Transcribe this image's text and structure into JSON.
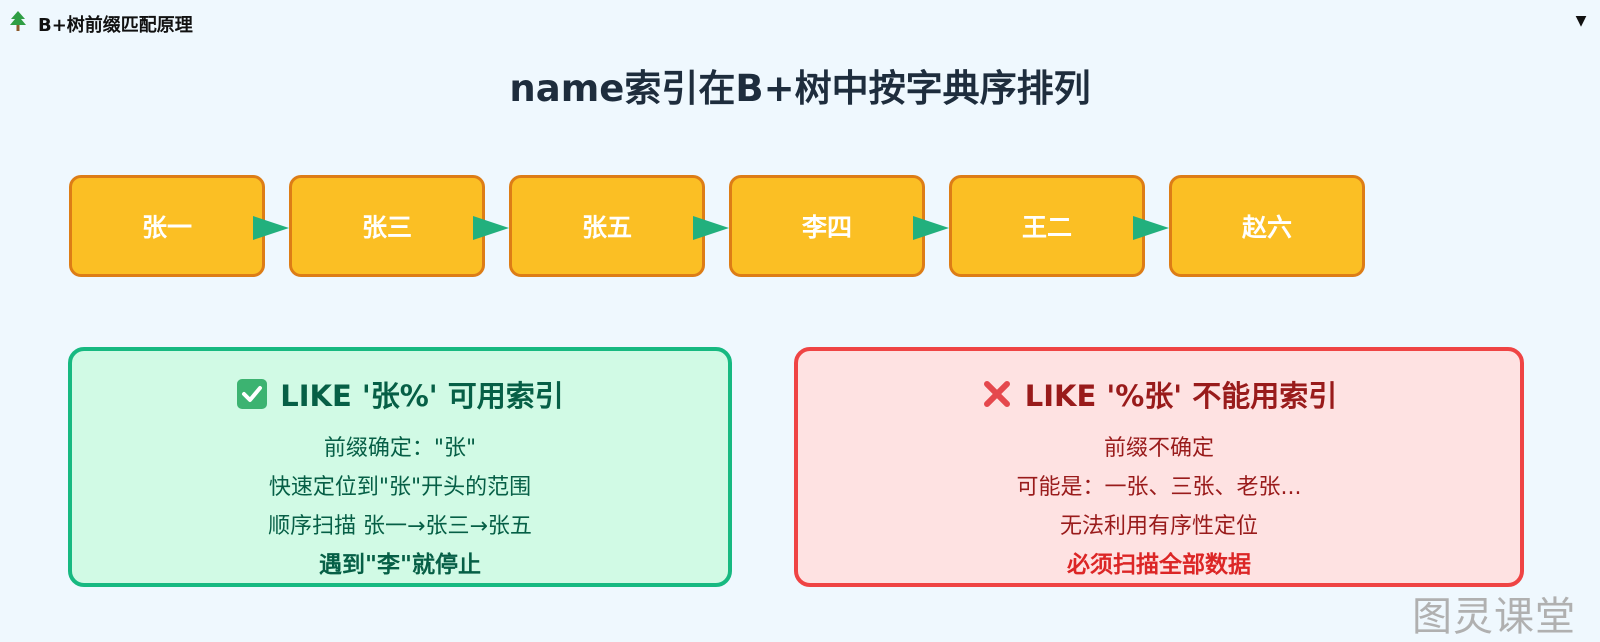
{
  "header": {
    "title": "B+树前缀匹配原理",
    "tree_icon": "tree-icon",
    "toggle_glyph": "▼"
  },
  "diagram": {
    "title": "name索引在B+树中按字典序排列",
    "nodes": [
      "张一",
      "张三",
      "张五",
      "李四",
      "王二",
      "赵六"
    ],
    "colors": {
      "node_fill": "#fbbf24",
      "node_border": "#dd7d16",
      "arrow": "#22b07d"
    }
  },
  "panels": {
    "good": {
      "icon": "check-icon",
      "heading": "LIKE '张%' 可用索引",
      "lines": [
        "前缀确定：\"张\"",
        "快速定位到\"张\"开头的范围",
        "顺序扫描 张一→张三→张五"
      ],
      "conclusion": "遇到\"李\"就停止",
      "colors": {
        "fill": "#d1fae5",
        "border": "#17b981",
        "text": "#065f46"
      }
    },
    "bad": {
      "icon": "cross-icon",
      "heading": "LIKE '%张' 不能用索引",
      "lines": [
        "前缀不确定",
        "可能是：一张、三张、老张...",
        "无法利用有序性定位"
      ],
      "conclusion": "必须扫描全部数据",
      "colors": {
        "fill": "#fee2e2",
        "border": "#ef4444",
        "text": "#991b1b",
        "emphasis": "#dc2626"
      }
    }
  },
  "watermark": "图灵课堂"
}
